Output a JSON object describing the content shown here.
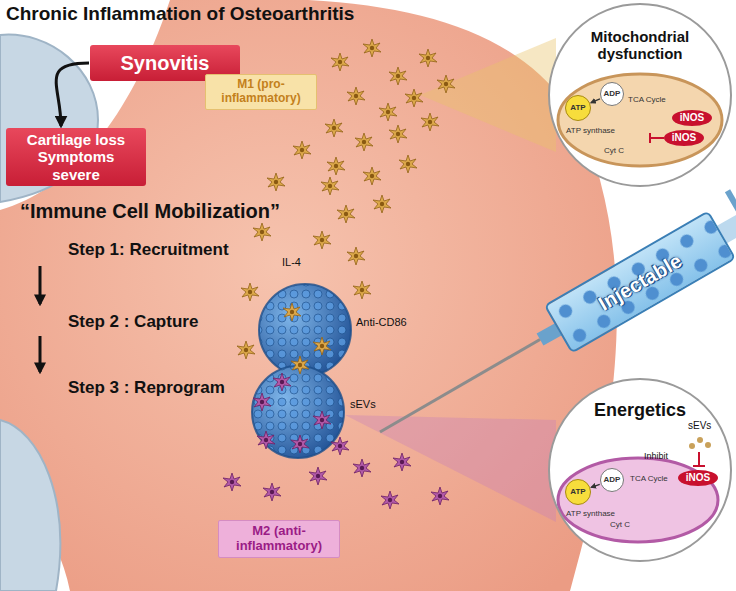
{
  "diagram": {
    "title": "Chronic Inflammation of Osteoarthritis",
    "nodes": [
      {
        "text": [
          "Synovitis"
        ]
      },
      {
        "text": [
          "Cartilage loss Symptoms severe"
        ]
      },
      {
        "text": [
          "M1 (pro-inflammatory)"
        ]
      },
      {
        "text": [
          "Mitochondrial dysfunction"
        ]
      },
      {
        "text": [
          "ATP"
        ],
        "in": 3
      },
      {
        "text": [
          "ADP"
        ],
        "in": 3
      },
      {
        "text": [
          "iNOS"
        ],
        "in": 3
      },
      {
        "text": [
          "iNOS"
        ],
        "in": 3
      },
      {
        "text": [
          "Injectable"
        ]
      },
      {
        "text": [
          "Energetics"
        ]
      },
      {
        "text": [
          "ATP"
        ],
        "in": 9
      },
      {
        "text": [
          "ADP"
        ],
        "in": 9
      },
      {
        "text": [
          "iNOS"
        ],
        "in": 9
      },
      {
        "text": [
          "M2 (anti-inflammatory)"
        ]
      }
    ],
    "edges": [
      {
        "from": 0,
        "to": 1,
        "arrow": "to"
      },
      {
        "from": 5,
        "to": 4,
        "arrow": "to"
      },
      {
        "from": 11,
        "to": 10,
        "arrow": "to"
      }
    ],
    "labels": [
      "“Immune Cell Mobilization”",
      "Step 1: Recruitment",
      "Step 2 : Capture",
      "Step 3 : Reprogram",
      "IL-4",
      "Anti-CD86",
      "sEVs",
      "TCA Cycle",
      "ATP synthase",
      "Cyt C",
      "sEVs",
      "Inhibit",
      "TCA Cycle",
      "ATP synthase",
      "Cyt C"
    ]
  }
}
